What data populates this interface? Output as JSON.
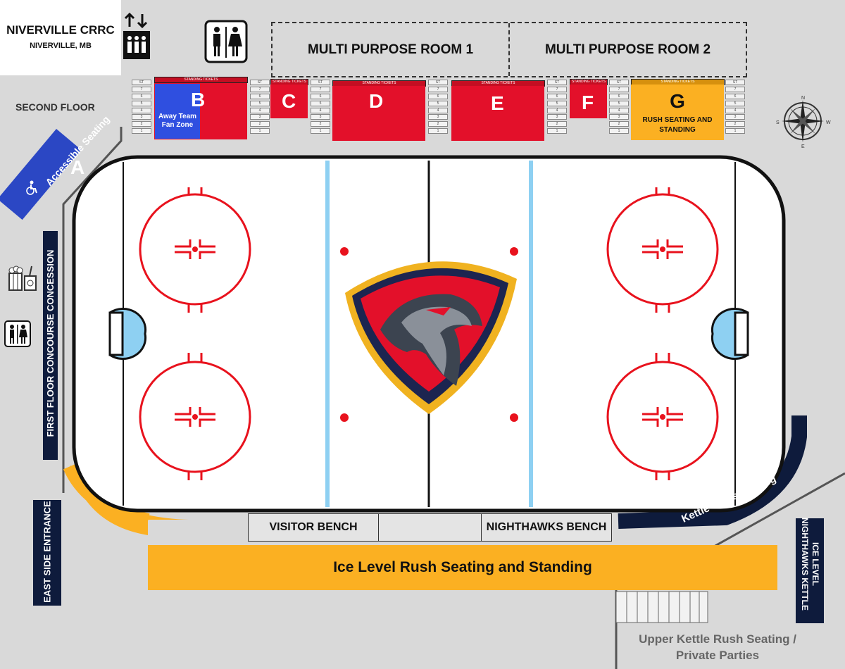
{
  "header": {
    "title": "NIVERVILLE CRRC",
    "subtitle": "NIVERVILLE, MB"
  },
  "floor_label": "SECOND FLOOR",
  "rooms": [
    "MULTI PURPOSE ROOM 1",
    "MULTI PURPOSE ROOM 2"
  ],
  "sections": {
    "a": {
      "letter": "A",
      "label": "Accessible Seating"
    },
    "b": {
      "letter": "B",
      "strip": "STANDING TICKETS",
      "zone": "Away Team Fan Zone"
    },
    "c": {
      "letter": "C",
      "strip": "STANDING TICKETS"
    },
    "d": {
      "letter": "D",
      "strip": "STANDING TICKETS"
    },
    "e": {
      "letter": "E",
      "strip": "STANDING TICKETS"
    },
    "f": {
      "letter": "F",
      "strip": "STANDING TICKETS"
    },
    "g": {
      "letter": "G",
      "strip": "STANDING TICKETS",
      "label": "RUSH SEATING AND STANDING"
    }
  },
  "row_labels": [
    "ST",
    "7",
    "6",
    "5",
    "4",
    "3",
    "2",
    "1"
  ],
  "concession": "FIRST FLOOR CONCOURSE CONCESSION",
  "entrance": "EAST SIDE ENTRANCE",
  "benches": {
    "visitor": "VISITOR BENCH",
    "home": "NIGHTHAWKS BENCH"
  },
  "rush": "Ice Level Rush Seating and Standing",
  "kettle_glass": "Kettle Glass Seating",
  "kettle_ice": {
    "line1": "ICE LEVEL",
    "line2": "NIGHTHAWKS KETTLE"
  },
  "upper_kettle": {
    "line1": "Upper Kettle Rush Seating /",
    "line2": "Private Parties"
  },
  "compass": {
    "n": "N",
    "s": "S",
    "e": "E",
    "w": "W"
  },
  "colors": {
    "red": "#e3102a",
    "blue": "#2f4fe0",
    "gold": "#fbb022",
    "navy": "#0e1b3c",
    "rink_line": "#e8121d",
    "blue_line": "#8ed0f2"
  }
}
